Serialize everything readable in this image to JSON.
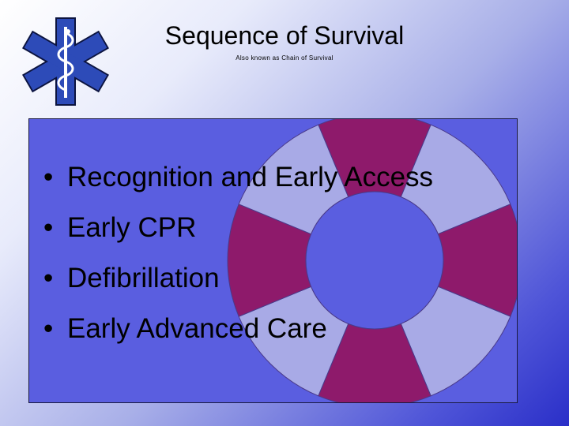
{
  "slide": {
    "title": "Sequence of Survival",
    "subtitle": "Also known as Chain of Survival"
  },
  "logo": {
    "icon": "star-of-life-icon",
    "color": "#2d4bb8"
  },
  "bullets": [
    "Recognition and Early Access",
    "Early CPR",
    "Defibrillation",
    "Early Advanced Care"
  ],
  "colors": {
    "box": "#5a5ee0",
    "ring_dark": "#8e1a6b",
    "ring_light": "#a8aae6",
    "ring_center": "#5a5ee0"
  }
}
